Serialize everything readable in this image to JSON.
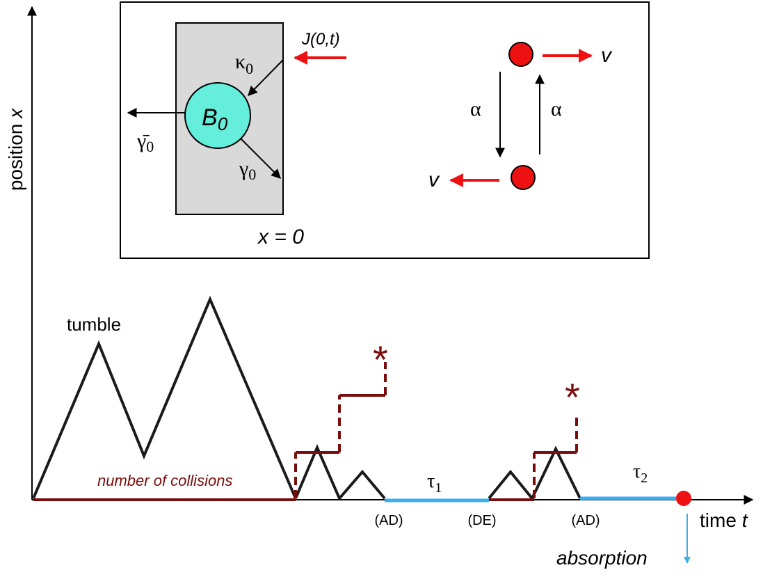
{
  "axes": {
    "y_label_main": "position ",
    "y_label_var": "x",
    "x_label_main": "time ",
    "x_label_var": "t"
  },
  "inset": {
    "flux_label": "J(0,t)",
    "kappa": "κ",
    "kappa_sub": "0",
    "bound_B": "B",
    "bound_sub": "0",
    "gamma_bar": "γ̄",
    "gamma_bar_sub": "0",
    "gamma": "γ",
    "gamma_sub": "0",
    "boundary_label": "x = 0",
    "alpha_down": "α",
    "alpha_up": "α",
    "speed_right": "v",
    "speed_left": "v"
  },
  "trajectory": {
    "tumble_label": "tumble",
    "collisions_label": "number of collisions",
    "tau1": "τ",
    "tau1_sub": "1",
    "tau2": "τ",
    "tau2_sub": "2",
    "event_AD_1": "(AD)",
    "event_DE": "(DE)",
    "event_AD_2": "(AD)",
    "absorption_label": "absorption",
    "star_1": "*",
    "star_2": "*"
  },
  "colors": {
    "trajectory": "#1a1a1a",
    "collisions": "#7a0c0c",
    "bound_segment": "#3aaef0",
    "particle": "#ee1111",
    "bound_circle": "#66eedd",
    "boundary_region": "#d9d9d9",
    "flux_arrow": "#ee1111"
  }
}
